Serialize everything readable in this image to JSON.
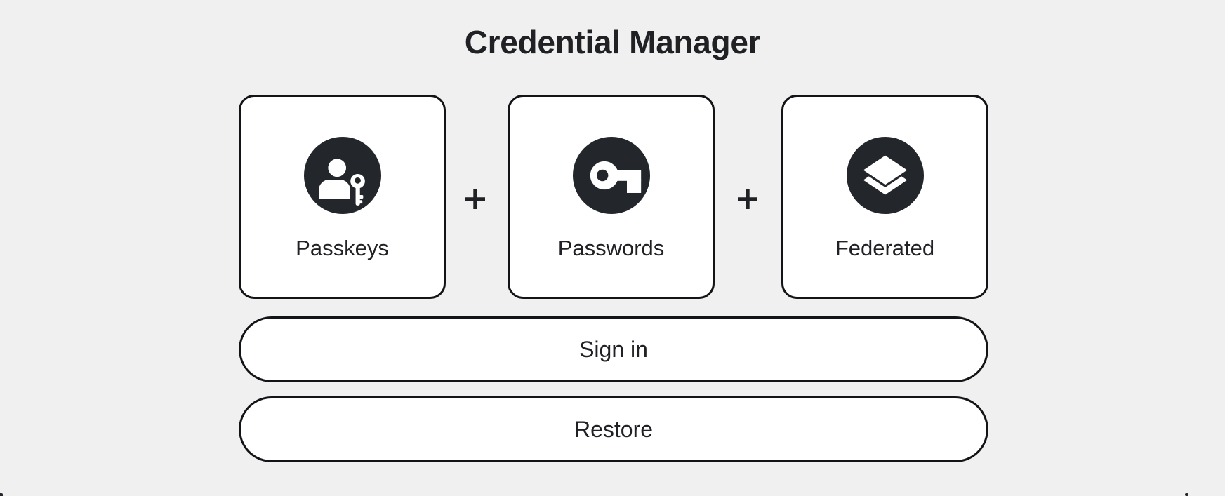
{
  "page": {
    "title": "Credential Manager"
  },
  "cards": [
    {
      "label": "Passkeys",
      "icon": "passkey-icon"
    },
    {
      "label": "Passwords",
      "icon": "key-icon"
    },
    {
      "label": "Federated",
      "icon": "layers-icon"
    }
  ],
  "plus_separator": "+",
  "actions": [
    {
      "label": "Sign in"
    },
    {
      "label": "Restore"
    }
  ],
  "colors": {
    "background": "#f0f0f1",
    "surface": "#ffffff",
    "border": "#131417",
    "icon_circle": "#23262b",
    "text": "#202124"
  }
}
